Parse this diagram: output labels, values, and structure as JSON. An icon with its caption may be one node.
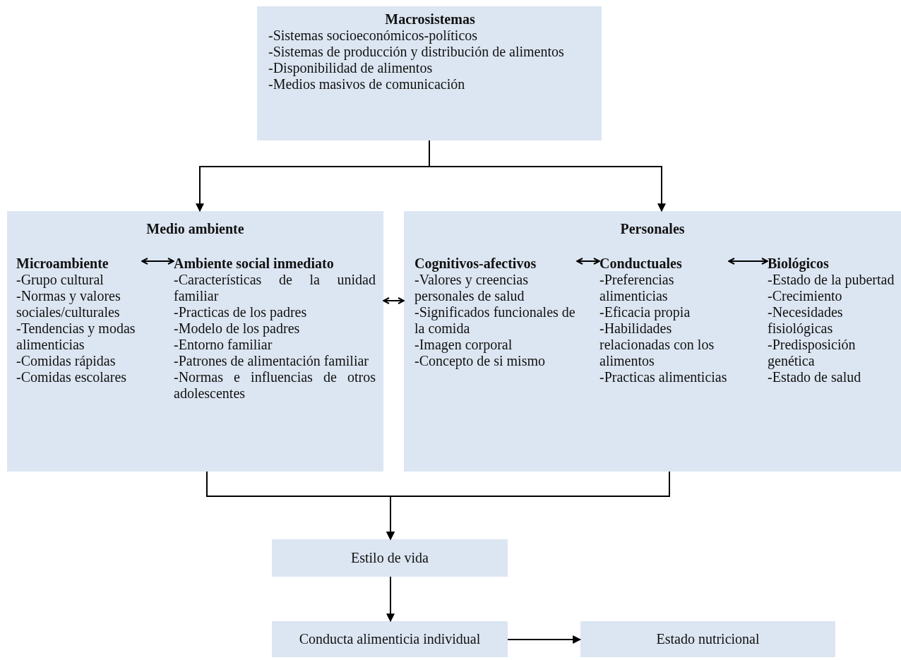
{
  "diagram": {
    "nodes": [
      {
        "text": [
          "Macrosistemas",
          "-Sistemas socioeconómicos-políticos",
          "-Sistemas de producción y distribución de alimentos",
          "-Disponibilidad de alimentos",
          "-Medios masivos de comunicación"
        ]
      },
      {
        "text": [
          "Medio ambiente"
        ]
      },
      {
        "text": [
          "Microambiente",
          "-Grupo cultural",
          "-Normas y valores sociales/culturales",
          "-Tendencias y modas alimenticias",
          "-Comidas rápidas",
          "-Comidas escolares"
        ],
        "in": 1
      },
      {
        "text": [
          "Ambiente social inmediato",
          "-Características de la unidad familiar",
          "-Practicas de los padres",
          "-Modelo de los padres",
          "-Entorno familiar",
          "-Patrones de alimentación familiar",
          "-Normas e influencias de otros adolescentes"
        ],
        "in": 1
      },
      {
        "text": [
          "Personales"
        ]
      },
      {
        "text": [
          "Cognitivos-afectivos",
          "-Valores y creencias personales de salud",
          "-Significados funcionales de la comida",
          "-Imagen corporal",
          "-Concepto de si mismo"
        ],
        "in": 4
      },
      {
        "text": [
          "Conductuales",
          "-Preferencias alimenticias",
          "-Eficacia propia",
          "-Habilidades relacionadas con los alimentos",
          "-Practicas alimenticias"
        ],
        "in": 4
      },
      {
        "text": [
          "Biológicos",
          "-Estado de la pubertad",
          "-Crecimiento",
          "-Necesidades fisiológicas",
          "-Predisposición genética",
          "-Estado de salud"
        ],
        "in": 4
      },
      {
        "text": [
          "Estilo de vida"
        ]
      },
      {
        "text": [
          "Conducta alimenticia individual"
        ]
      },
      {
        "text": [
          "Estado nutricional"
        ]
      }
    ],
    "edges": [
      {
        "from": 0,
        "to": 1,
        "arrow": "to"
      },
      {
        "from": 0,
        "to": 4,
        "arrow": "to"
      },
      {
        "from": 2,
        "to": 3,
        "arrow": "both"
      },
      {
        "from": 1,
        "to": 4,
        "arrow": "both"
      },
      {
        "from": 5,
        "to": 6,
        "arrow": "both"
      },
      {
        "from": 6,
        "to": 7,
        "arrow": "both"
      },
      {
        "from": 1,
        "to": 8,
        "arrow": "to"
      },
      {
        "from": 4,
        "to": 8,
        "arrow": "to"
      },
      {
        "from": 8,
        "to": 9,
        "arrow": "to"
      },
      {
        "from": 9,
        "to": 10,
        "arrow": "to"
      }
    ]
  }
}
